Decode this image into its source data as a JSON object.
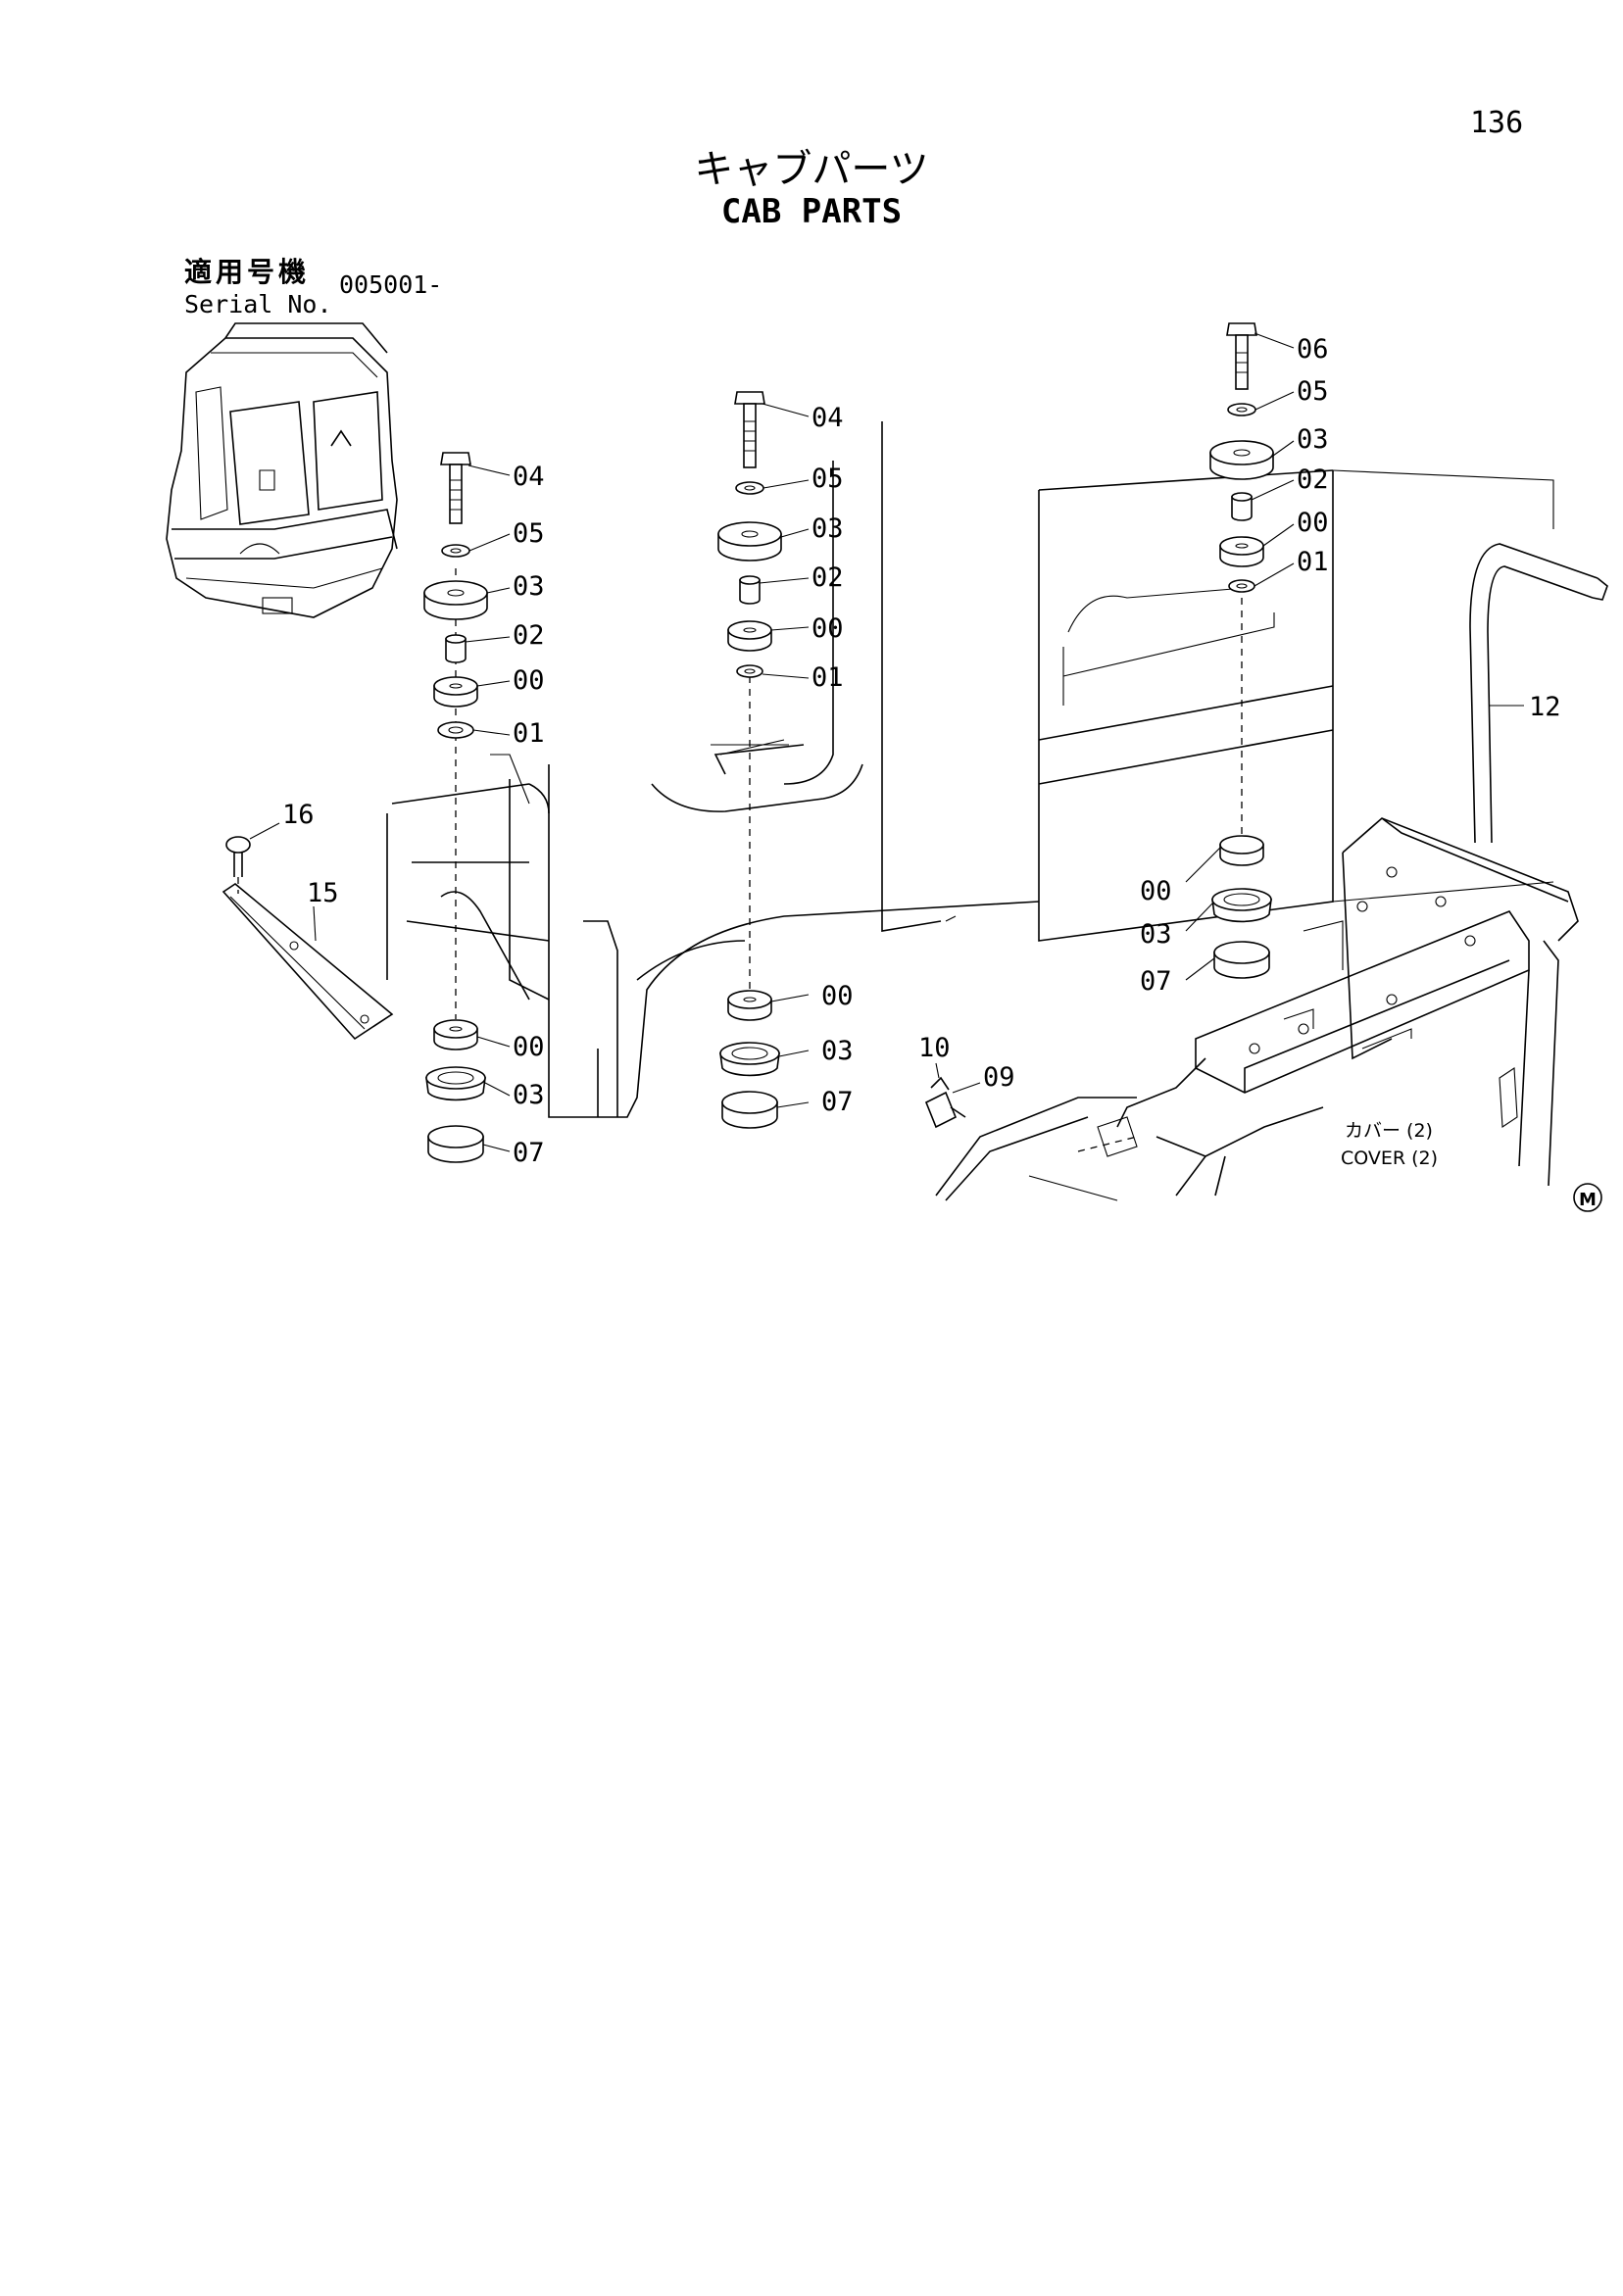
{
  "page_number": "136",
  "title_jp": "キャブパーツ",
  "title_en": "CAB PARTS",
  "serial": {
    "label_jp": "適用号機",
    "label_en": "Serial No.",
    "value": "005001-"
  },
  "callouts": {
    "left": [
      "04",
      "05",
      "03",
      "02",
      "00",
      "01",
      "00",
      "03",
      "07"
    ],
    "center": [
      "04",
      "05",
      "03",
      "02",
      "00",
      "01",
      "00",
      "03",
      "07"
    ],
    "right": [
      "06",
      "05",
      "03",
      "02",
      "00",
      "01",
      "00",
      "03",
      "07"
    ],
    "misc": [
      "16",
      "15",
      "10",
      "09",
      "12"
    ]
  },
  "cover_note": {
    "jp": "カバー (2)",
    "en": "COVER (2)"
  },
  "mark": "M"
}
